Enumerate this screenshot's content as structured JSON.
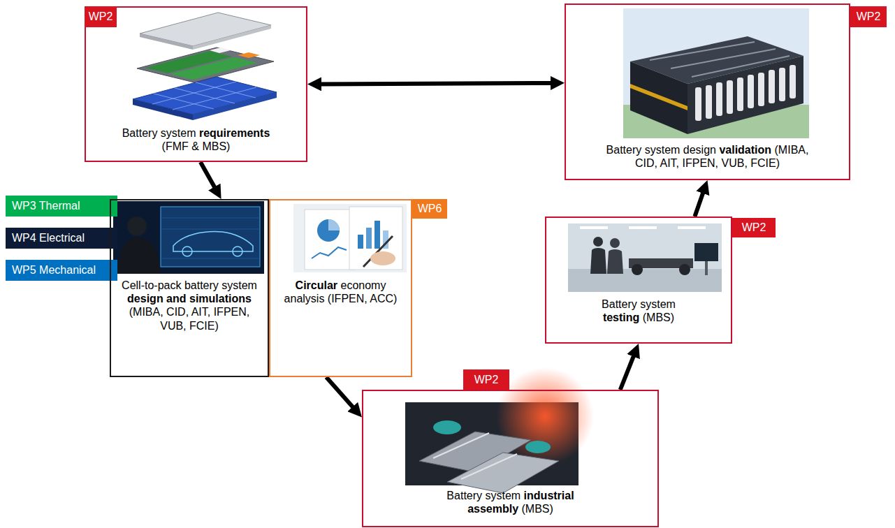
{
  "diagram": {
    "nodes": [
      {
        "text": [
          "WP2",
          "Battery system requirements (FMF & MBS)"
        ]
      },
      {
        "text": [
          "WP2",
          "Battery system design validation (MIBA, CID, AIT, IFPEN, VUB, FCIE)"
        ]
      },
      {
        "text": [
          "WP3 Thermal"
        ]
      },
      {
        "text": [
          "WP4 Electrical"
        ]
      },
      {
        "text": [
          "WP5 Mechanical"
        ]
      },
      {
        "text": [
          "Cell-to-pack battery system design and simulations (MIBA, CID, AIT, IFPEN, VUB, FCIE)"
        ]
      },
      {
        "text": [
          "WP6",
          "Circular economy analysis (IFPEN, ACC)"
        ]
      },
      {
        "text": [
          "WP2",
          "Battery system testing (MBS)"
        ]
      },
      {
        "text": [
          "WP2",
          "Battery system industrial assembly (MBS)"
        ]
      }
    ],
    "edges": [
      {
        "from": 0,
        "to": 1,
        "arrow": "both"
      },
      {
        "from": 0,
        "to": 5,
        "arrow": "to"
      },
      {
        "from": 6,
        "to": 8,
        "arrow": "to"
      },
      {
        "from": 8,
        "to": 7,
        "arrow": "to"
      },
      {
        "from": 7,
        "to": 1,
        "arrow": "to"
      }
    ]
  }
}
